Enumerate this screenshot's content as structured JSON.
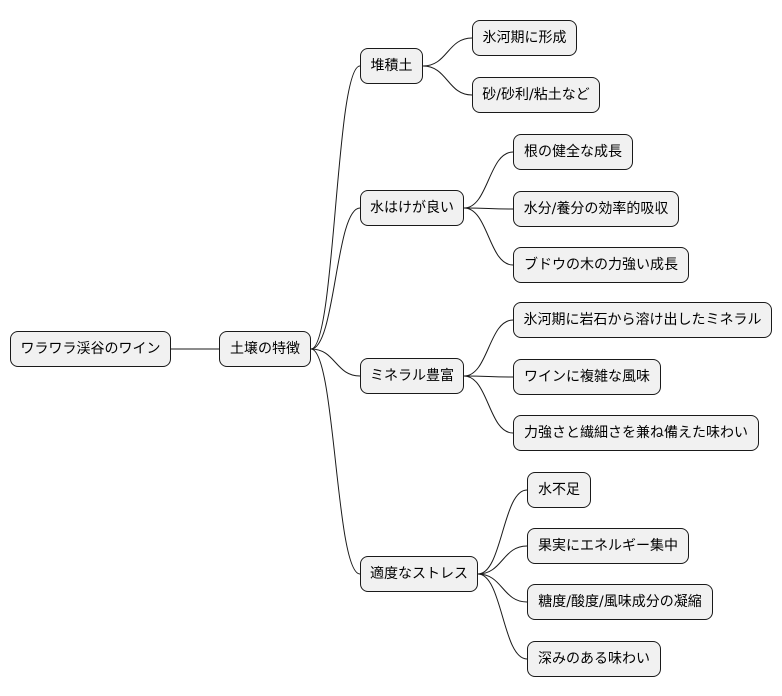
{
  "mindmap": {
    "root": "ワラワラ渓谷のワイン",
    "topic": "土壌の特徴",
    "branches": [
      {
        "label": "堆積土",
        "children": [
          "氷河期に形成",
          "砂/砂利/粘土など"
        ]
      },
      {
        "label": "水はけが良い",
        "children": [
          "根の健全な成長",
          "水分/養分の効率的吸収",
          "ブドウの木の力強い成長"
        ]
      },
      {
        "label": "ミネラル豊富",
        "children": [
          "氷河期に岩石から溶け出したミネラル",
          "ワインに複雑な風味",
          "力強さと繊細さを兼ね備えた味わい"
        ]
      },
      {
        "label": "適度なストレス",
        "children": [
          "水不足",
          "果実にエネルギー集中",
          "糖度/酸度/風味成分の凝縮",
          "深みのある味わい"
        ]
      }
    ]
  },
  "colors": {
    "node_fill": "#f1f1f1",
    "node_border": "#1a1a1a",
    "edge": "#1a1a1a"
  }
}
